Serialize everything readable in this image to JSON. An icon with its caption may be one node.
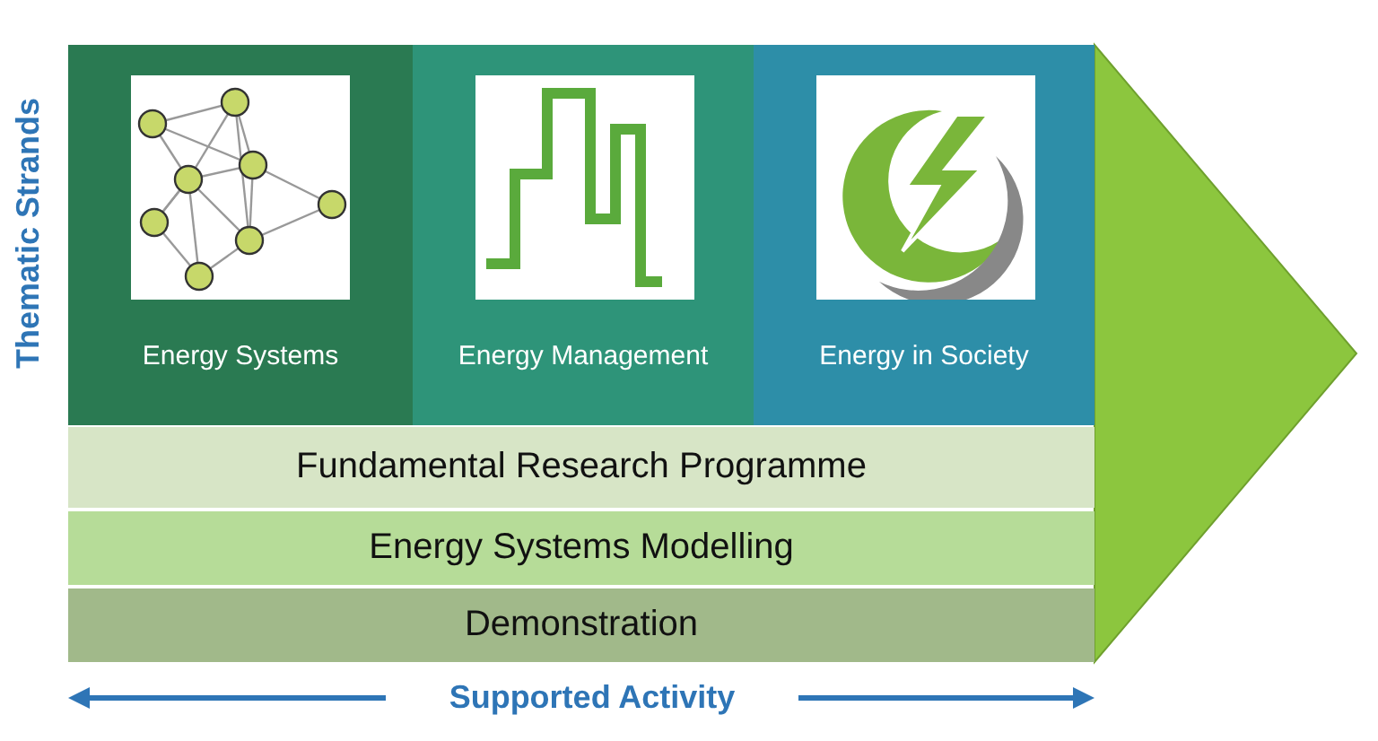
{
  "diagram": {
    "nodes": [
      {
        "text": [
          "Energy Systems"
        ]
      },
      {
        "text": [
          "Energy Management"
        ]
      },
      {
        "text": [
          "Energy in Society"
        ]
      },
      {
        "text": [
          "Fundamental Research Programme"
        ]
      },
      {
        "text": [
          "Energy Systems Modelling"
        ]
      },
      {
        "text": [
          "Demonstration"
        ]
      }
    ],
    "edges": [],
    "labels": [
      "Thematic Strands",
      "Supported Activity"
    ]
  }
}
